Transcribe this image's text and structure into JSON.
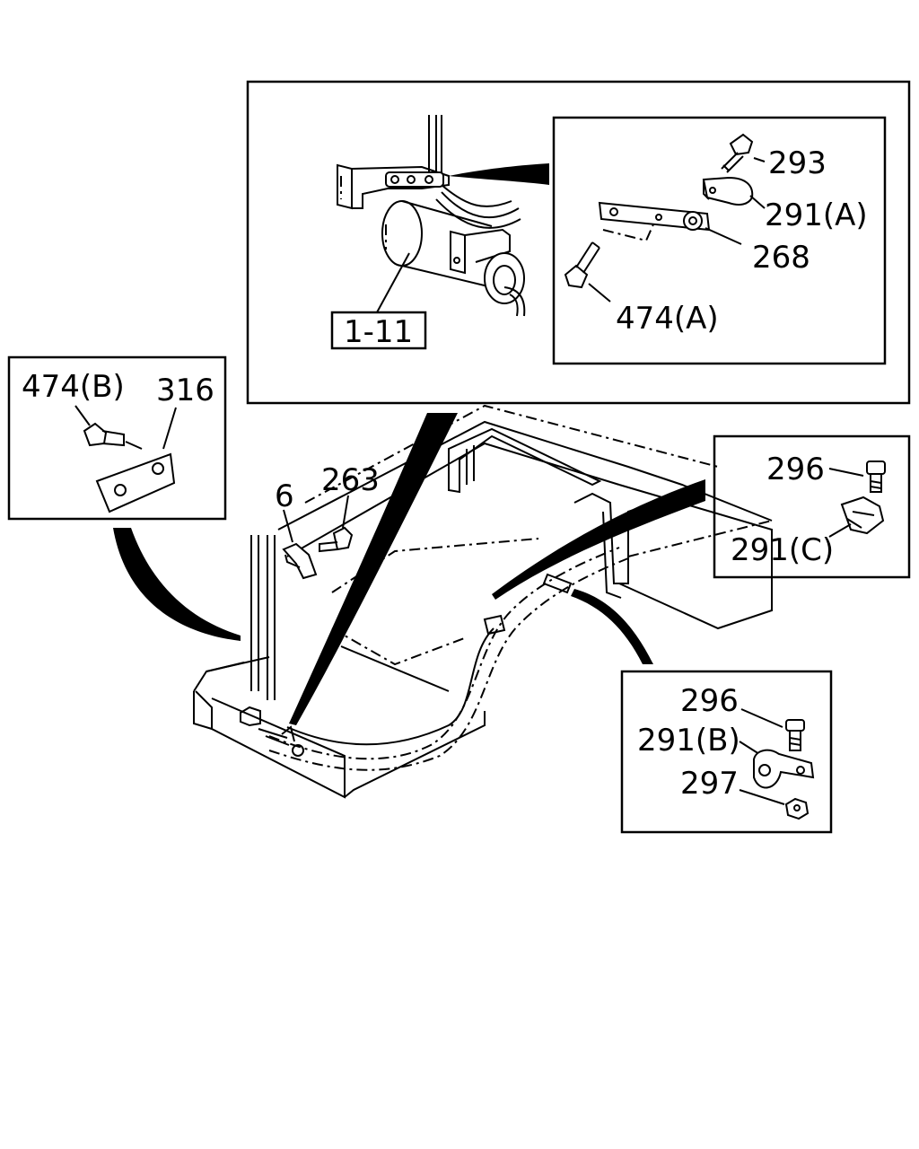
{
  "labels": {
    "l293": "293",
    "l291a": "291(A)",
    "l268": "268",
    "l474a": "474(A)",
    "l1_11": "1-11",
    "l474b": "474(B)",
    "l316": "316",
    "l263": "263",
    "l6": "6",
    "l296c": "296",
    "l291c": "291(C)",
    "l296b": "296",
    "l291b": "291(B)",
    "l297": "297"
  },
  "colors": {
    "ink": "#000000",
    "paper": "#ffffff"
  }
}
